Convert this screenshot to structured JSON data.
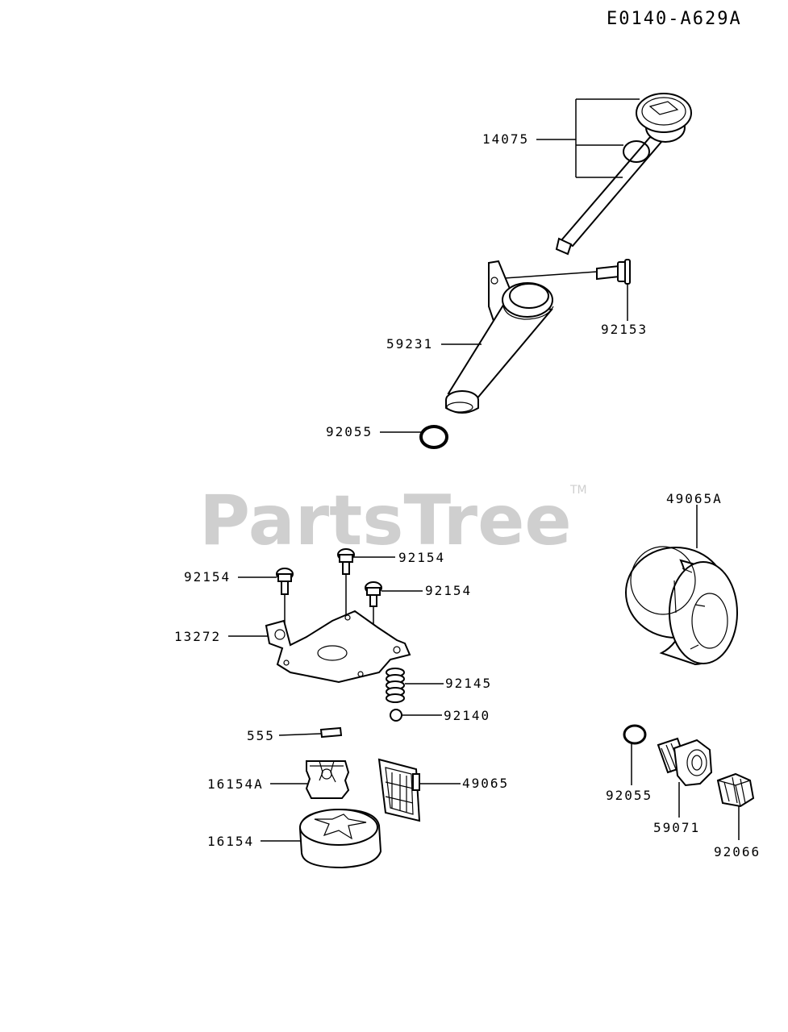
{
  "diagram_code": "E0140-A629A",
  "watermark": {
    "text": "PartsTree",
    "tm": "TM"
  },
  "labels": {
    "l14075": "14075",
    "l92153": "92153",
    "l59231": "59231",
    "l92055a": "92055",
    "l49065A": "49065A",
    "l92154a": "92154",
    "l92154b": "92154",
    "l92154c": "92154",
    "l13272": "13272",
    "l92145": "92145",
    "l92140": "92140",
    "l555": "555",
    "l16154A": "16154A",
    "l49065": "49065",
    "l16154": "16154",
    "l92055b": "92055",
    "l59071": "59071",
    "l92066": "92066"
  },
  "colors": {
    "ink": "#000000",
    "watermark": "#cfcfcf",
    "background": "#ffffff"
  }
}
